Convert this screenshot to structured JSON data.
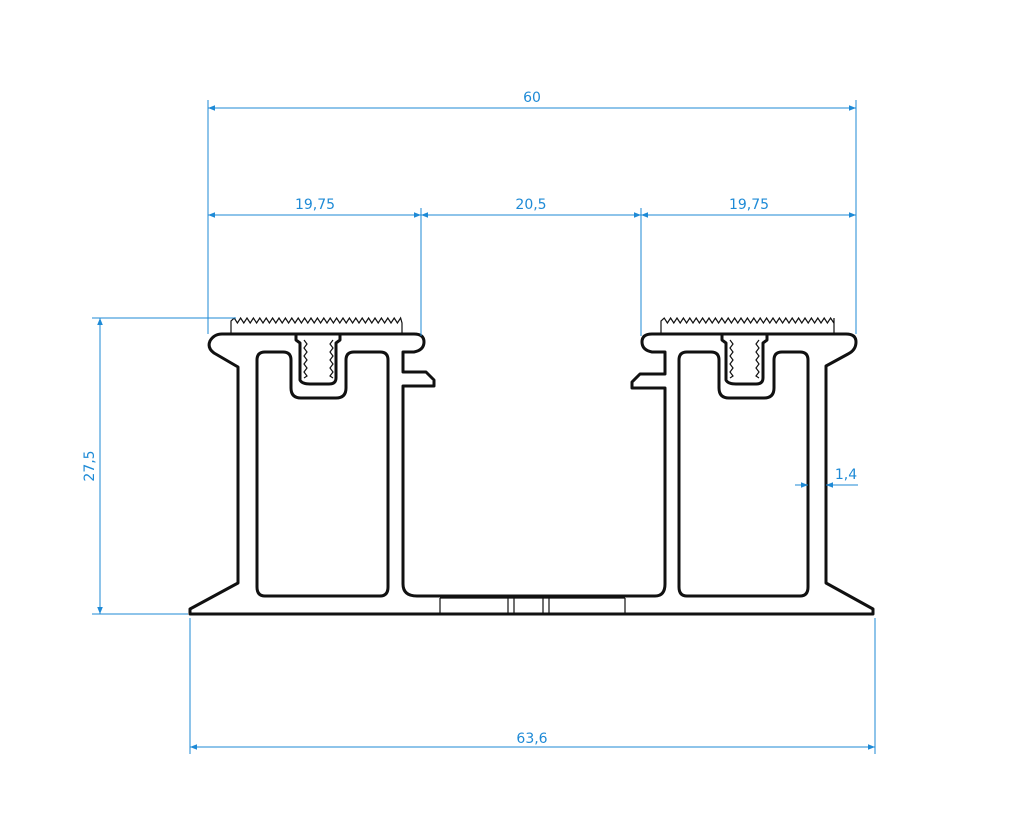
{
  "colors": {
    "dimension": "#1e8ad6",
    "profile": "#111111",
    "background": "#ffffff"
  },
  "dimensions": {
    "overall_top_width": "60",
    "left_section": "19,75",
    "middle_gap": "20,5",
    "right_section": "19,75",
    "height": "27,5",
    "wall_thickness": "1,4",
    "base_width": "63,6"
  }
}
